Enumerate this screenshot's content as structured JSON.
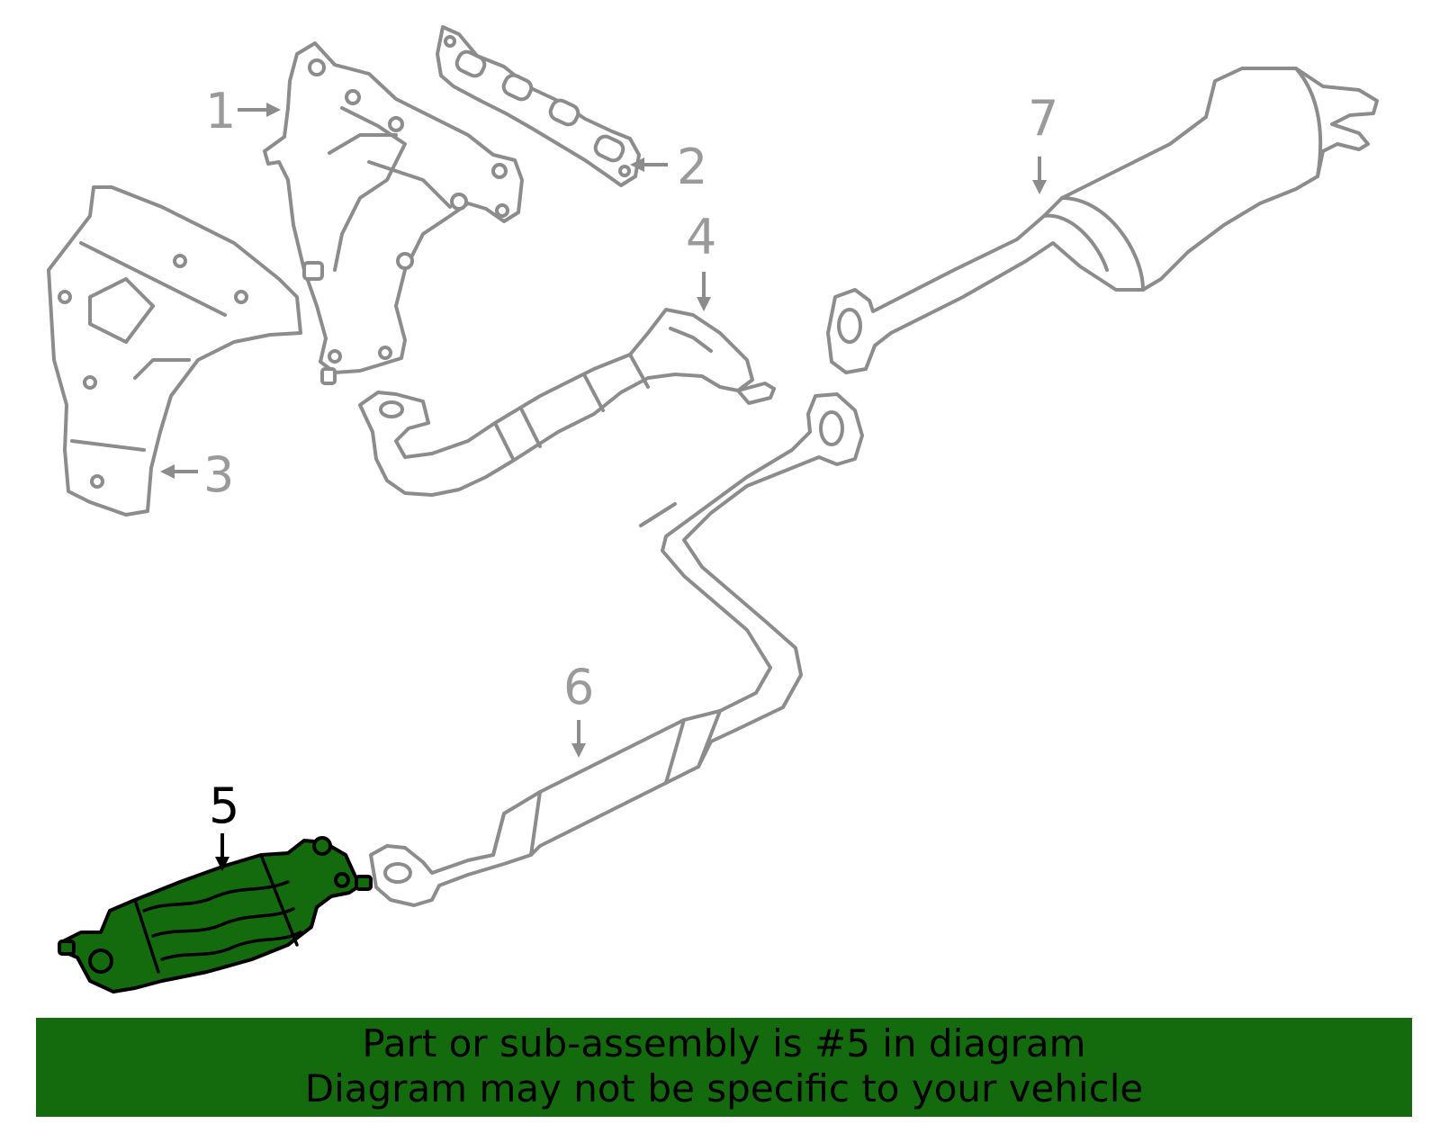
{
  "callouts": {
    "c1": "1",
    "c2": "2",
    "c3": "3",
    "c4": "4",
    "c5": "5",
    "c6": "6",
    "c7": "7"
  },
  "highlighted_part": "5",
  "colors": {
    "highlight": "#136b0d",
    "outline": "#8c8c8c",
    "banner": "#136b0d"
  },
  "banner": {
    "line1": "Part or sub-assembly is #5 in diagram",
    "line2": "Diagram may not be specific to your vehicle"
  }
}
